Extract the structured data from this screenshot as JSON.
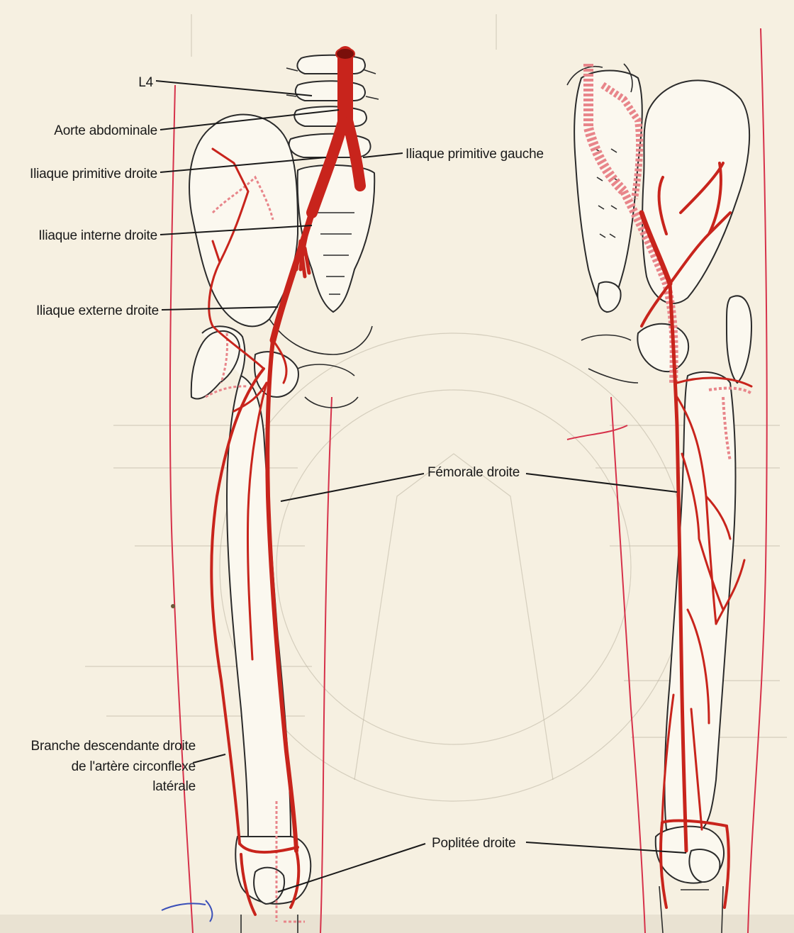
{
  "labels": {
    "l4": "L4",
    "aorte": "Aorte abdominale",
    "iliaque_primitive_droite": "Iliaque primitive droite",
    "iliaque_primitive_gauche": "Iliaque primitive gauche",
    "iliaque_interne_droite": "Iliaque interne droite",
    "iliaque_externe_droite": "Iliaque externe droite",
    "femorale_droite": "Fémorale droite",
    "branche_line1": "Branche descendante droite",
    "branche_line2": "de l'artère circonflexe",
    "branche_line3": "latérale",
    "poplitee_droite": "Poplitée droite"
  },
  "colors": {
    "artery": "#c8241c",
    "vein_dashed": "#e8858a",
    "skin_outline": "#d6314a",
    "bone_outline": "#2b2b2b",
    "paper": "#f6f0e1"
  }
}
